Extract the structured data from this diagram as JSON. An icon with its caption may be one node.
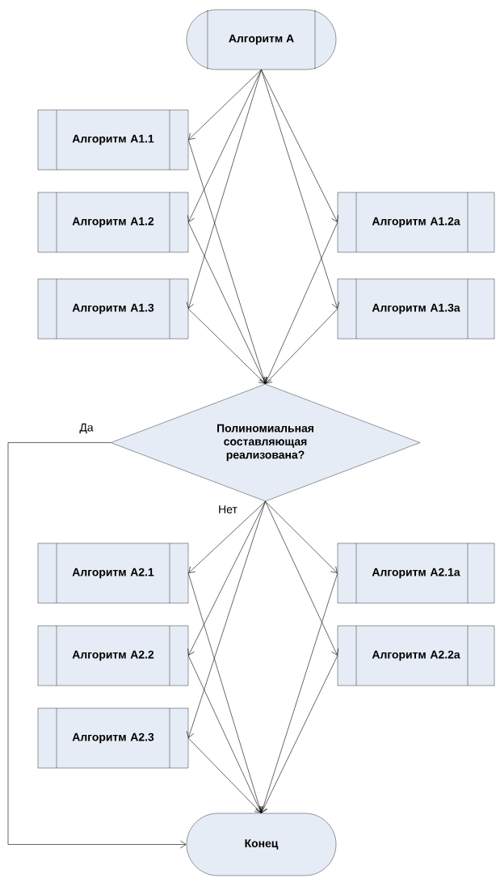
{
  "diagram": {
    "nodes": [
      {
        "text": [
          "Алгоритм A"
        ]
      },
      {
        "text": [
          "Алгоритм A1.1"
        ]
      },
      {
        "text": [
          "Алгоритм A1.2"
        ]
      },
      {
        "text": [
          "Алгоритм A1.2a"
        ]
      },
      {
        "text": [
          "Алгоритм A1.3"
        ]
      },
      {
        "text": [
          "Алгоритм A1.3a"
        ]
      },
      {
        "text": [
          "Полиномиальная составляющая реализована?"
        ]
      },
      {
        "text": [
          "Алгоритм A2.1"
        ]
      },
      {
        "text": [
          "Алгоритм A2.1a"
        ]
      },
      {
        "text": [
          "Алгоритм A2.2"
        ]
      },
      {
        "text": [
          "Алгоритм A2.2a"
        ]
      },
      {
        "text": [
          "Алгоритм A2.3"
        ]
      },
      {
        "text": [
          "Конец"
        ]
      }
    ],
    "edges": [
      {
        "from": 0,
        "to": 1,
        "arrow": "to"
      },
      {
        "from": 0,
        "to": 2,
        "arrow": "to"
      },
      {
        "from": 0,
        "to": 3,
        "arrow": "to"
      },
      {
        "from": 0,
        "to": 4,
        "arrow": "to"
      },
      {
        "from": 0,
        "to": 5,
        "arrow": "to"
      },
      {
        "from": 1,
        "to": 6,
        "arrow": "to"
      },
      {
        "from": 2,
        "to": 6,
        "arrow": "to"
      },
      {
        "from": 3,
        "to": 6,
        "arrow": "to"
      },
      {
        "from": 4,
        "to": 6,
        "arrow": "to"
      },
      {
        "from": 5,
        "to": 6,
        "arrow": "to"
      },
      {
        "from": 6,
        "to": 12,
        "arrow": "to",
        "label": "Да"
      },
      {
        "from": 6,
        "to": 7,
        "arrow": "to"
      },
      {
        "from": 6,
        "to": 8,
        "arrow": "to"
      },
      {
        "from": 6,
        "to": 9,
        "arrow": "to"
      },
      {
        "from": 6,
        "to": 10,
        "arrow": "to"
      },
      {
        "from": 6,
        "to": 11,
        "arrow": "to"
      },
      {
        "from": 7,
        "to": 12,
        "arrow": "to"
      },
      {
        "from": 8,
        "to": 12,
        "arrow": "to"
      },
      {
        "from": 9,
        "to": 12,
        "arrow": "to"
      },
      {
        "from": 10,
        "to": 12,
        "arrow": "to"
      },
      {
        "from": 11,
        "to": 12,
        "arrow": "to"
      }
    ],
    "labels": [
      "Нет"
    ]
  }
}
